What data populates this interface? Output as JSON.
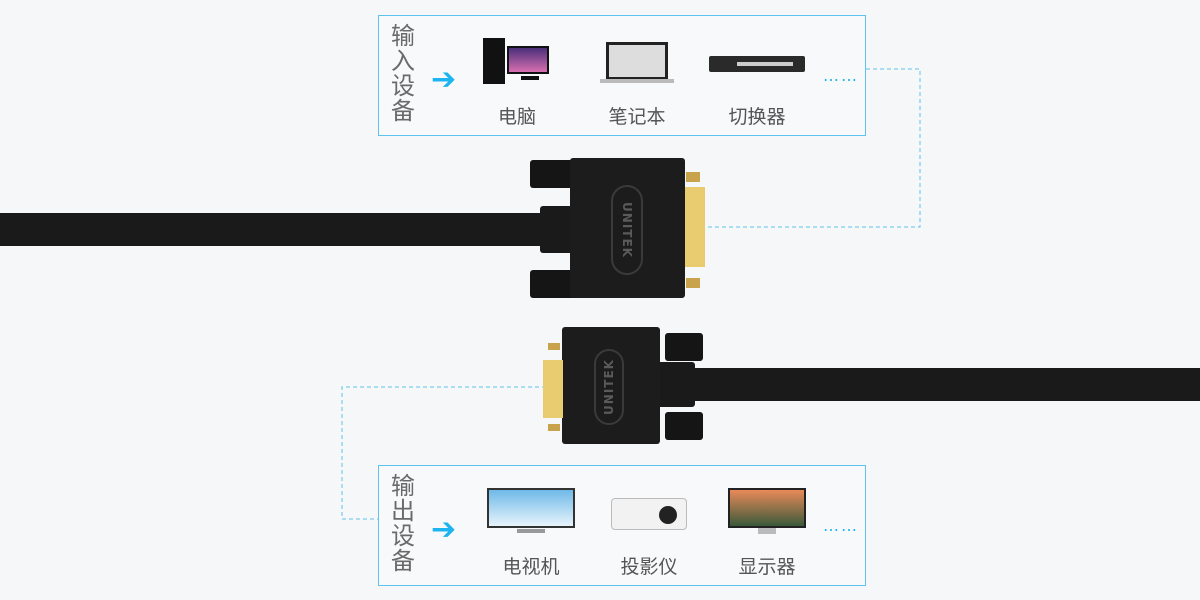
{
  "input": {
    "title": "输入设备",
    "arrow_icon": "arrow-right-icon",
    "devices": [
      {
        "label": "电脑",
        "icon": "desktop-computer-icon"
      },
      {
        "label": "笔记本",
        "icon": "laptop-icon"
      },
      {
        "label": "切换器",
        "icon": "kvm-switch-icon"
      }
    ],
    "more": "……"
  },
  "output": {
    "title": "输出设备",
    "arrow_icon": "arrow-right-icon",
    "devices": [
      {
        "label": "电视机",
        "icon": "tv-icon"
      },
      {
        "label": "投影仪",
        "icon": "projector-icon"
      },
      {
        "label": "显示器",
        "icon": "monitor-icon"
      }
    ],
    "more": "……"
  },
  "brand": "UNITEK",
  "colors": {
    "accent": "#1eb4f0",
    "border": "#5ec3ee",
    "cable": "#1a1a1a",
    "gold": "#e6c25a"
  }
}
